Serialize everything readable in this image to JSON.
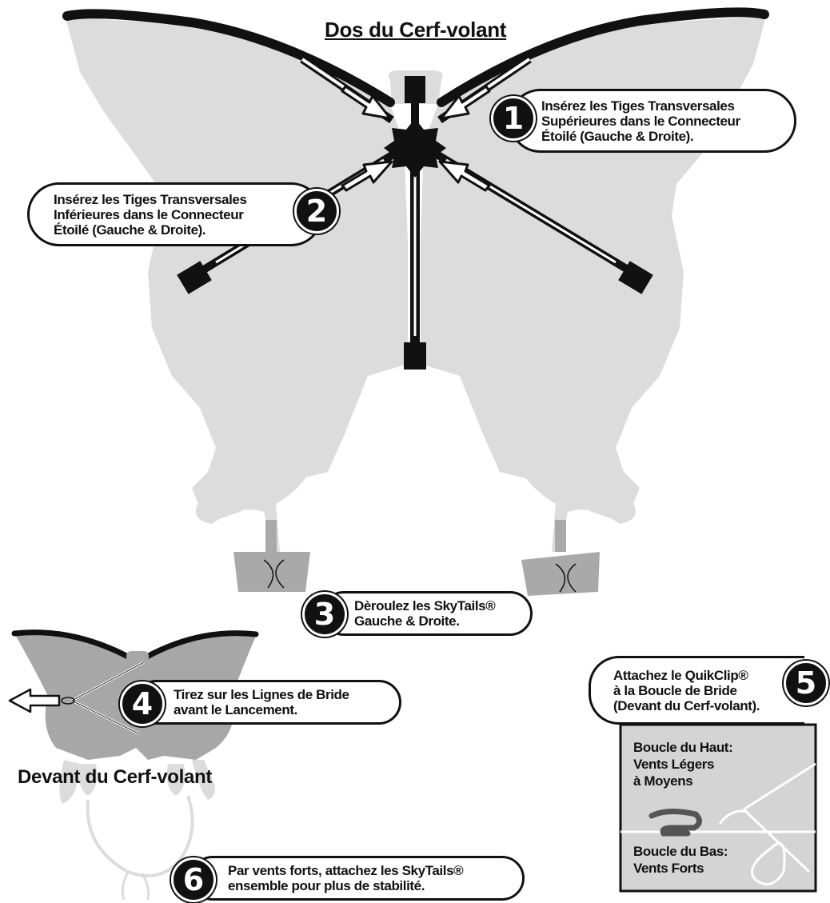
{
  "titles": {
    "back": "Dos du Cerf-volant",
    "front": "Devant du Cerf-volant"
  },
  "steps": [
    {
      "number": "1",
      "text": "Insérez les Tiges Transversales\nSupérieures dans le Connecteur\nÉtoilé (Gauche & Droite)."
    },
    {
      "number": "2",
      "text": "Insérez les Tiges Transversales\nInférieures dans le Connecteur\nÉtoilé (Gauche & Droite)."
    },
    {
      "number": "3",
      "text": "Dèroulez les SkyTails®\nGauche & Droite."
    },
    {
      "number": "4",
      "text": "Tirez sur les Lignes de Bride\navant le Lancement."
    },
    {
      "number": "5",
      "text": "Attachez le QuikClip®\nà la Boucle de Bride\n(Devant du Cerf-volant)."
    },
    {
      "number": "6",
      "text": "Par vents forts, attachez les SkyTails®\nensemble pour plus de stabilité."
    }
  ],
  "bridle_detail": {
    "top_loop": "Boucle du Haut:\nVents Légers\nà Moyens",
    "bottom_loop": "Boucle du Bas:\nVents Forts"
  },
  "colors": {
    "kite_fill": "#dcdcdc",
    "kite_front_fill": "#a7a7a7",
    "tail_fill": "#a9a9a9",
    "ink": "#111111",
    "detail_bg": "#d4d4d4"
  }
}
